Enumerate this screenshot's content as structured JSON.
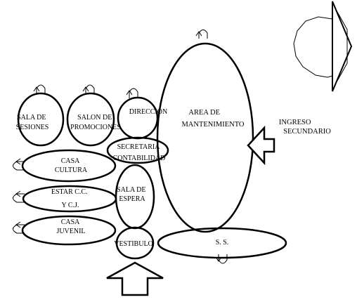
{
  "diagram": {
    "rooms": {
      "sala_sesiones": [
        "SALA DE",
        "SESIONES"
      ],
      "salon_promociones": [
        "SALON DE",
        "PROMOCIONES"
      ],
      "direccion": [
        "DIRECCIÓN"
      ],
      "secretaria": [
        "SECRETARIA",
        "CONTABILIDAD"
      ],
      "casa_cultura": [
        "CASA",
        "CULTURA"
      ],
      "estar": [
        "ESTAR C.C.",
        "Y C.J."
      ],
      "casa_juvenil": [
        "CASA",
        "JUVENIL"
      ],
      "sala_espera": [
        "SALA DE",
        "ESPERA"
      ],
      "vestibulo": [
        "VESTIBULO"
      ],
      "area_mantenimiento": [
        "AREA DE",
        "MANTENIMIENTO"
      ],
      "ss": [
        "S. S."
      ]
    },
    "labels": {
      "ingreso_secundario": [
        "INGRESO",
        "SECUNDARIO"
      ]
    },
    "colors": {
      "stroke": "#000000",
      "background": "#ffffff"
    },
    "icons": [
      "u-turn-arrow-icon",
      "entrance-arrow-icon",
      "door-swing-icon"
    ]
  }
}
